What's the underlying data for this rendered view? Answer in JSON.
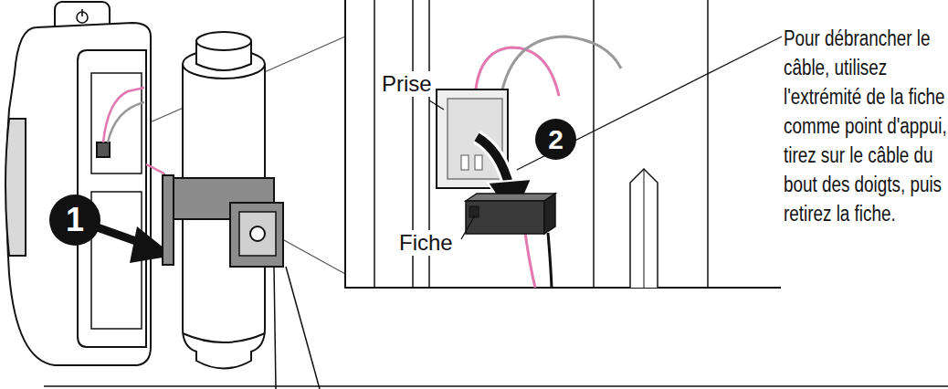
{
  "diagram": {
    "nodes": [
      {
        "text": [
          "1"
        ]
      },
      {
        "text": [
          "2"
        ]
      }
    ],
    "labels": [
      "Prise",
      "Fiche",
      "Pour débrancher le câble, utilisez l'extrémité de la fiche comme point d'appui, tirez sur le câble du bout des doigts, puis retirez la fiche."
    ]
  }
}
